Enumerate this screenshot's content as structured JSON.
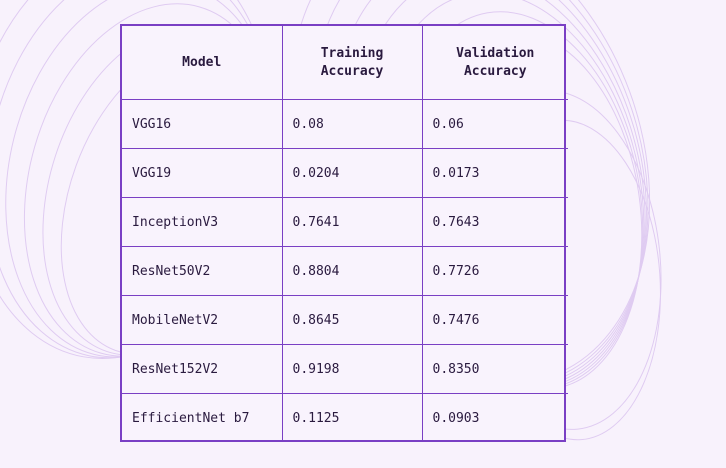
{
  "table": {
    "headers": [
      "Model",
      "Training\nAccuracy",
      "Validation\nAccuracy"
    ],
    "rows": [
      [
        "VGG16",
        "0.08",
        "0.06"
      ],
      [
        "VGG19",
        "0.0204",
        "0.0173"
      ],
      [
        "InceptionV3",
        "0.7641",
        "0.7643"
      ],
      [
        "ResNet50V2",
        "0.8804",
        "0.7726"
      ],
      [
        "MobileNetV2",
        "0.8645",
        "0.7476"
      ],
      [
        "ResNet152V2",
        "0.9198",
        "0.8350"
      ],
      [
        "EfficientNet b7",
        "0.1125",
        "0.0903"
      ]
    ]
  },
  "colors": {
    "background": "#f8f2fc",
    "accent": "#7a3fc4",
    "text": "#2a1a3f"
  }
}
